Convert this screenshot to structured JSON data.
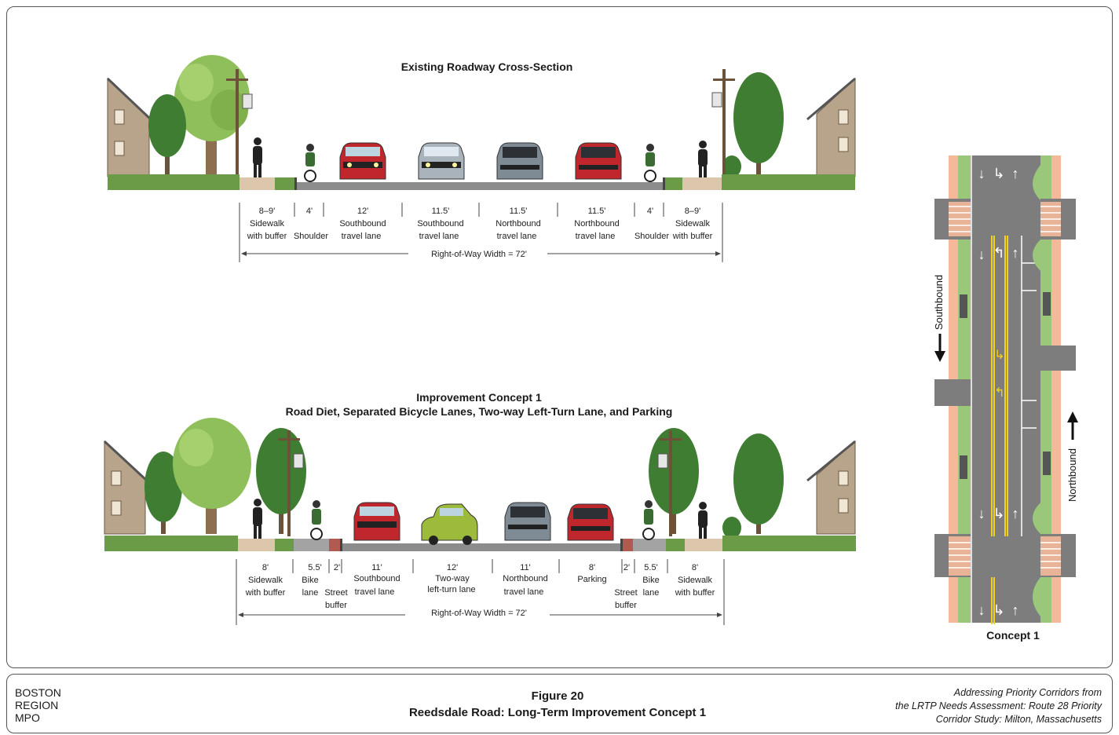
{
  "existing": {
    "title": "Existing Roadway Cross-Section",
    "segments": [
      {
        "width": "8–9'",
        "line1": "Sidewalk",
        "line2": "with buffer"
      },
      {
        "width": "4'",
        "line1": "Shoulder",
        "line2": ""
      },
      {
        "width": "12'",
        "line1": "Southbound",
        "line2": "travel lane"
      },
      {
        "width": "11.5'",
        "line1": "Southbound",
        "line2": "travel lane"
      },
      {
        "width": "11.5'",
        "line1": "Northbound",
        "line2": "travel lane"
      },
      {
        "width": "11.5'",
        "line1": "Northbound",
        "line2": "travel lane"
      },
      {
        "width": "4'",
        "line1": "Shoulder",
        "line2": ""
      },
      {
        "width": "8–9'",
        "line1": "Sidewalk",
        "line2": "with buffer"
      }
    ],
    "row_label": "Right-of-Way Width = 72'"
  },
  "concept": {
    "title_line1": "Improvement Concept 1",
    "title_line2": "Road Diet, Separated Bicycle Lanes, Two-way Left-Turn Lane, and Parking",
    "segments": [
      {
        "width": "8'",
        "line1": "Sidewalk",
        "line2": "with buffer"
      },
      {
        "width": "5.5'",
        "line1": "Bike",
        "line2": "lane"
      },
      {
        "width": "2'",
        "line1": "Street",
        "line2": "buffer"
      },
      {
        "width": "11'",
        "line1": "Southbound",
        "line2": "travel lane"
      },
      {
        "width": "12'",
        "line1": "Two-way",
        "line2": "left-turn lane"
      },
      {
        "width": "11'",
        "line1": "Northbound",
        "line2": "travel lane"
      },
      {
        "width": "8'",
        "line1": "Parking",
        "line2": ""
      },
      {
        "width": "2'",
        "line1": "Street",
        "line2": "buffer"
      },
      {
        "width": "5.5'",
        "line1": "Bike",
        "line2": "lane"
      },
      {
        "width": "8'",
        "line1": "Sidewalk",
        "line2": "with buffer"
      }
    ],
    "row_label": "Right-of-Way Width = 72'"
  },
  "plan": {
    "southbound_label": "Southbound",
    "northbound_label": "Northbound",
    "caption": "Concept  1"
  },
  "footer": {
    "org_line1": "BOSTON",
    "org_line2": "REGION",
    "org_line3": "MPO",
    "figure_number": "Figure 20",
    "figure_title": "Reedsdale Road: Long-Term Improvement Concept 1",
    "study_line1": "Addressing Priority Corridors from",
    "study_line2": "the LRTP Needs Assessment: Route 28 Priority",
    "study_line3": "Corridor Study: Milton, Massachusetts"
  },
  "colors": {
    "asphalt": "#8c8c8c",
    "sidewalk": "#dcc7ad",
    "grass": "#6c9b47",
    "bike_lane_plan": "#9ac77a",
    "sidewalk_plan": "#f5b99a",
    "lane_stripe_yellow": "#f2d21b",
    "tree": "#4d8a3a",
    "house": "#b8a48a"
  }
}
